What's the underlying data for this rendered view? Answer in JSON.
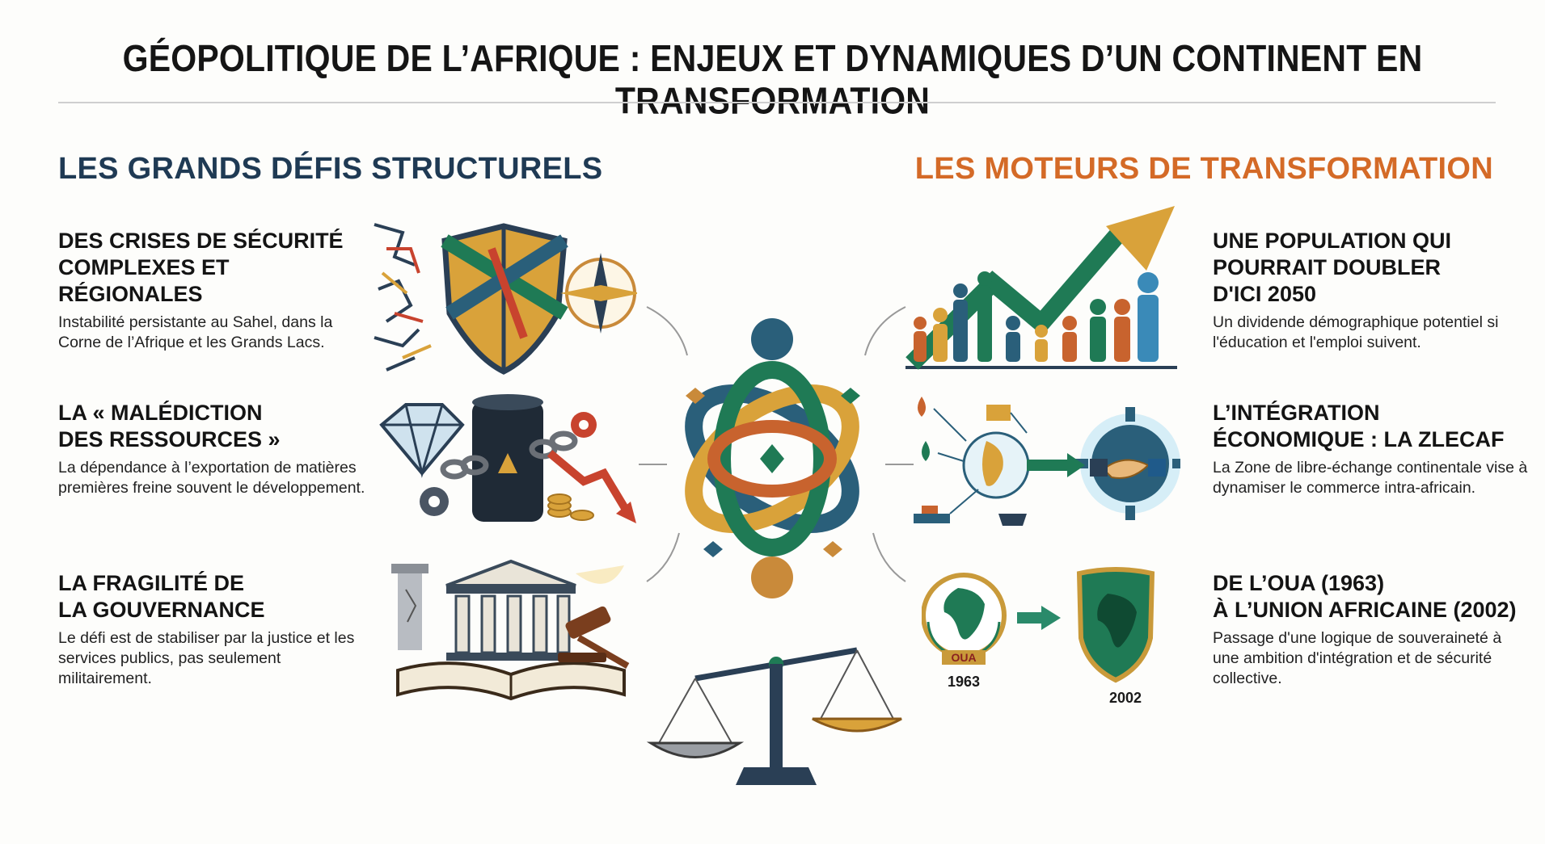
{
  "title": "GÉOPOLITIQUE DE L’AFRIQUE : ENJEUX ET DYNAMIQUES D’UN CONTINENT EN TRANSFORMATION",
  "left_column": {
    "heading": "LES GRANDS DÉFIS STRUCTURELS",
    "items": [
      {
        "title": "DES CRISES DE SÉCURITÉ\nCOMPLEXES ET RÉGIONALES",
        "description": "Instabilité persistante au Sahel, dans la Corne de l’Afrique et les Grands Lacs.",
        "icon": "broken-shield-compass-icon"
      },
      {
        "title": "LA « MALÉDICTION\nDES RESSOURCES »",
        "description": "La dépendance à l’exportation de matières premières freine souvent le développement.",
        "icon": "diamond-oil-barrel-chain-icon"
      },
      {
        "title": "LA FRAGILITÉ DE\nLA GOUVERNANCE",
        "description": "Le défi est de stabiliser par la justice et les services publics, pas seulement militairement.",
        "icon": "institution-gavel-book-icon"
      }
    ]
  },
  "right_column": {
    "heading": "LES MOTEURS DE TRANSFORMATION",
    "items": [
      {
        "title": "UNE POPULATION QUI\nPOURRAIT DOUBLER\nD'ICI 2050",
        "description": "Un dividende démographique potentiel si l'éducation et l'emploi suivent.",
        "icon": "population-growth-arrow-icon"
      },
      {
        "title": "L’INTÉGRATION\nÉCONOMIQUE : LA ZLECAF",
        "description": "La Zone de libre-échange continentale vise à dynamiser le commerce intra-africain.",
        "icon": "trade-network-handshake-icon"
      },
      {
        "title": "DE L’OUA (1963)\nÀ L’UNION AFRICAINE (2002)",
        "description": "Passage d'une logique de souveraineté à une ambition d'intégration et de sécurité collective.",
        "icon": "oua-to-au-emblem-icon"
      }
    ]
  },
  "emblems": {
    "oua_label": "OUA",
    "oua_year": "1963",
    "au_year": "2002"
  },
  "center": {
    "icon": "interlocking-rings-knot-icon",
    "scale_icon": "balance-scale-icon"
  },
  "colors": {
    "navy": "#1f3a54",
    "orange": "#d46a27",
    "green": "#1f7a55",
    "gold": "#d9a23a",
    "teal": "#2a6f8a"
  }
}
